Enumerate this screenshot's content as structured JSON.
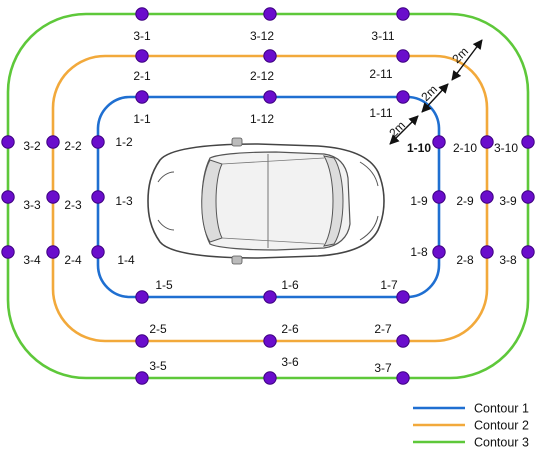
{
  "colors": {
    "contour1": "#1f6fd1",
    "contour2": "#f2a93b",
    "contour3": "#5ec83a",
    "node": "#6a0dcc"
  },
  "contours": [
    {
      "name": "Contour 1",
      "points": [
        {
          "label": "1-1"
        },
        {
          "label": "1-12"
        },
        {
          "label": "1-11"
        },
        {
          "label": "1-10"
        },
        {
          "label": "1-9"
        },
        {
          "label": "1-8"
        },
        {
          "label": "1-7"
        },
        {
          "label": "1-6"
        },
        {
          "label": "1-5"
        },
        {
          "label": "1-4"
        },
        {
          "label": "1-3"
        },
        {
          "label": "1-2"
        }
      ]
    },
    {
      "name": "Contour 2",
      "points": [
        {
          "label": "2-1"
        },
        {
          "label": "2-12"
        },
        {
          "label": "2-11"
        },
        {
          "label": "2-10"
        },
        {
          "label": "2-9"
        },
        {
          "label": "2-8"
        },
        {
          "label": "2-7"
        },
        {
          "label": "2-6"
        },
        {
          "label": "2-5"
        },
        {
          "label": "2-4"
        },
        {
          "label": "2-3"
        },
        {
          "label": "2-2"
        }
      ]
    },
    {
      "name": "Contour 3",
      "points": [
        {
          "label": "3-1"
        },
        {
          "label": "3-12"
        },
        {
          "label": "3-11"
        },
        {
          "label": "3-10"
        },
        {
          "label": "3-9"
        },
        {
          "label": "3-8"
        },
        {
          "label": "3-7"
        },
        {
          "label": "3-6"
        },
        {
          "label": "3-5"
        },
        {
          "label": "3-4"
        },
        {
          "label": "3-3"
        },
        {
          "label": "3-2"
        }
      ]
    }
  ],
  "dimensions": [
    "2m",
    "2m",
    "2m"
  ],
  "legend": [
    "Contour 1",
    "Contour 2",
    "Contour 3"
  ]
}
